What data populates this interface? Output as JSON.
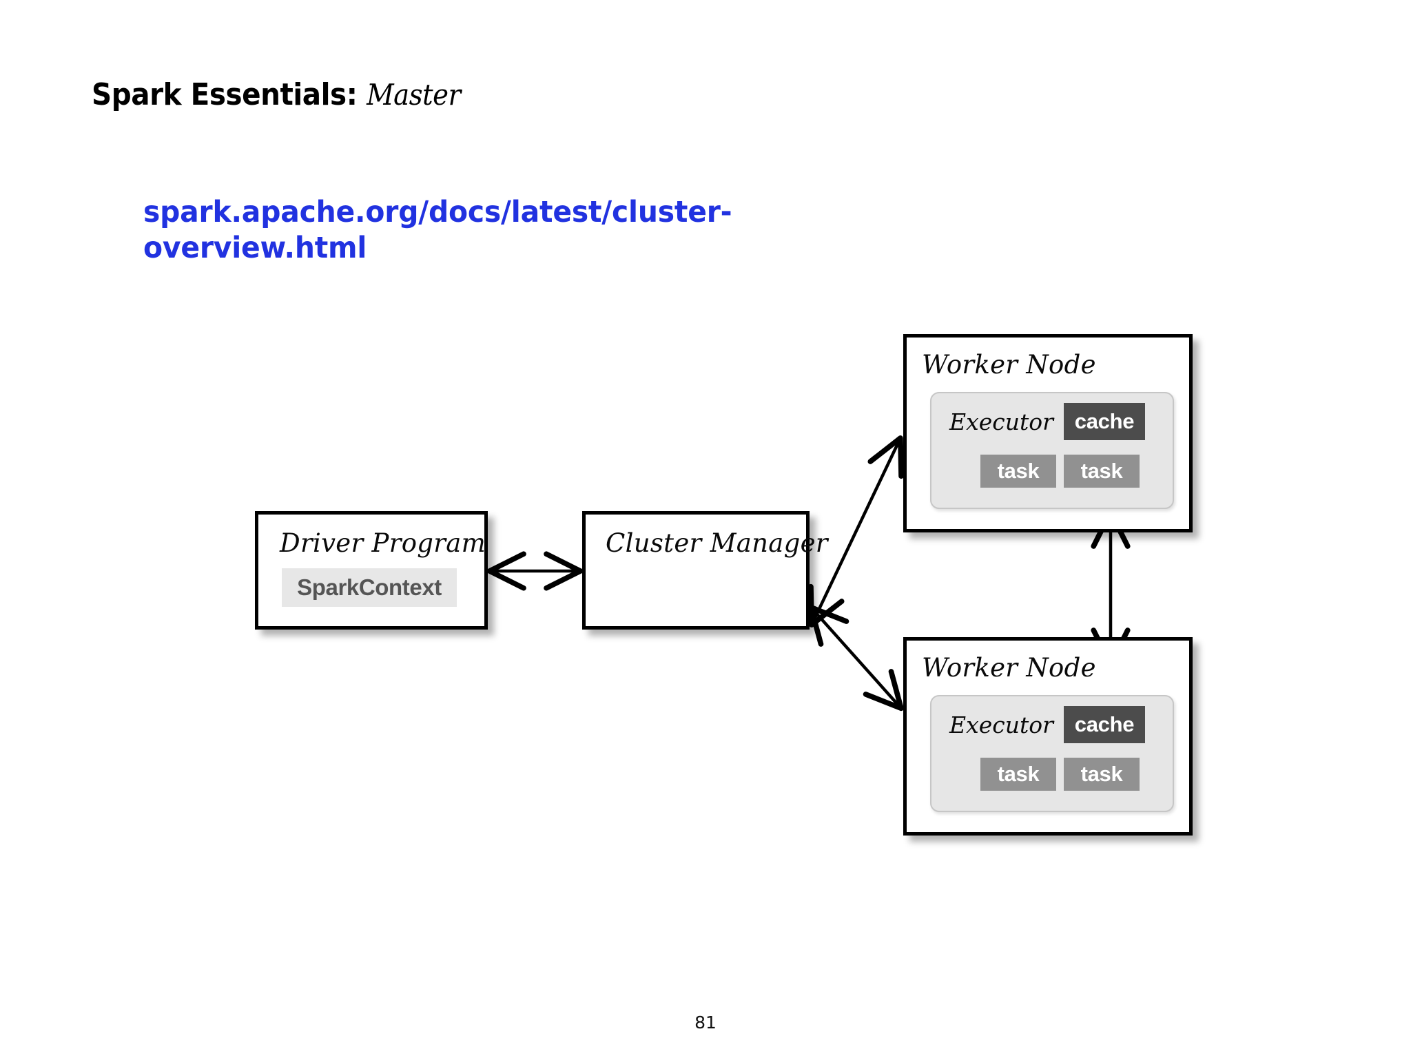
{
  "slide": {
    "title_main": "Spark Essentials:",
    "title_emph": "Master",
    "page_number": "81",
    "url_text": "spark.apache.org/docs/latest/cluster-overview.html",
    "url_color": "#2132e0"
  },
  "diagram": {
    "type": "architecture-block-diagram",
    "driver": {
      "title": "Driver Program",
      "chip_label": "SparkContext",
      "chip_bg": "#e7e7e7",
      "chip_text_color": "#555555"
    },
    "cluster_manager": {
      "title": "Cluster Manager"
    },
    "worker_nodes": [
      {
        "title": "Worker Node",
        "executor_label": "Executor",
        "cache_label": "cache",
        "cache_bg": "#4c4c4c",
        "tasks": [
          "task",
          "task"
        ],
        "task_bg": "#919191",
        "panel_bg": "#e6e6e6"
      },
      {
        "title": "Worker Node",
        "executor_label": "Executor",
        "cache_label": "cache",
        "cache_bg": "#4c4c4c",
        "tasks": [
          "task",
          "task"
        ],
        "task_bg": "#919191",
        "panel_bg": "#e6e6e6"
      }
    ],
    "connections": [
      {
        "from": "Driver Program",
        "to": "Cluster Manager",
        "style": "double-arrow-horizontal"
      },
      {
        "from": "Cluster Manager",
        "to": "Worker Node 1",
        "style": "double-arrow-diagonal-up"
      },
      {
        "from": "Cluster Manager",
        "to": "Worker Node 2",
        "style": "double-arrow-diagonal-down"
      },
      {
        "from": "Worker Node 1",
        "to": "Worker Node 2",
        "style": "double-arrow-vertical"
      }
    ]
  }
}
